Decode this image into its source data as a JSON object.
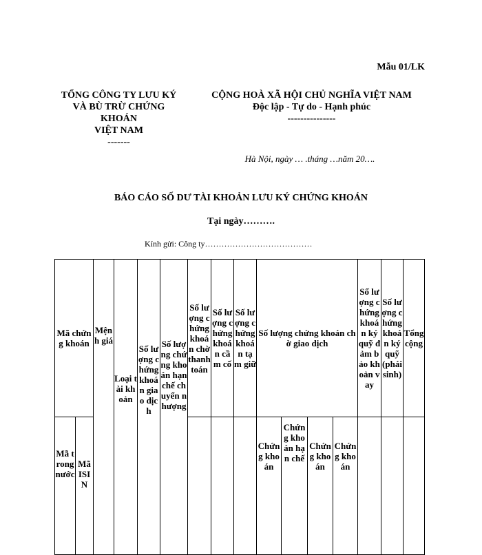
{
  "form_code": "Mẫu 01/LK",
  "organization": {
    "lines": [
      "TỔNG CÔNG TY LƯU KÝ",
      "VÀ BÙ TRỪ CHỨNG",
      "KHOÁN",
      "VIỆT NAM",
      "-------"
    ]
  },
  "national": {
    "line1": "CỘNG HOÀ XÃ HỘI CHỦ NGHĨA VIỆT NAM",
    "line2": "Độc lập - Tự do - Hạnh phúc",
    "divider": "---------------"
  },
  "date_line": "Hà Nội, ngày … .tháng …năm 20….",
  "report_title": "BÁO CÁO SỐ DƯ TÀI KHOẢN LƯU KÝ CHỨNG KHOÁN",
  "as_of": "Tại ngày……….",
  "recipient": "Kính gửi: Công ty…………………………………",
  "table": {
    "headers": {
      "ma_chung_khoan": "Mã chứng khoán",
      "menh_gia": "Mệnh giá",
      "loai_tai_khoan": "Loại tài khoản",
      "sl_giao_dich": "Số lượng chứng khoán giao dịch",
      "sl_han_che": "Số lượng chứng khoán hạn chế chuyển nhượng",
      "sl_cho_thanh_toan": "Số lượng chứng khoán chờ thanh toán",
      "sl_cam_co": "Số lượng chứng khoán cầm cố",
      "sl_tam_giu": "Số lượng chứng khoán tạm giữ",
      "sl_cho_giao_dich": "Số lượng chứng khoán chờ giao dịch",
      "sl_ky_quy_vay": "Số lượng chứng khoán ký quỹ đảm bảo khoản vay",
      "sl_ky_quy_phai_sinh": "Số lượng chứng khoán ký quỹ (phái sinh)",
      "tong_cong": "Tổng cộng"
    },
    "subheaders": {
      "ma_trong_nuoc": "Mã trong nước",
      "ma_isin": "Mã ISIN",
      "cho_gd_1": "Chứng khoán",
      "cho_gd_2": "Chứng khoán hạn chế",
      "cho_gd_3": "Chứng khoán",
      "cho_gd_4": "Chứng khoán"
    }
  }
}
